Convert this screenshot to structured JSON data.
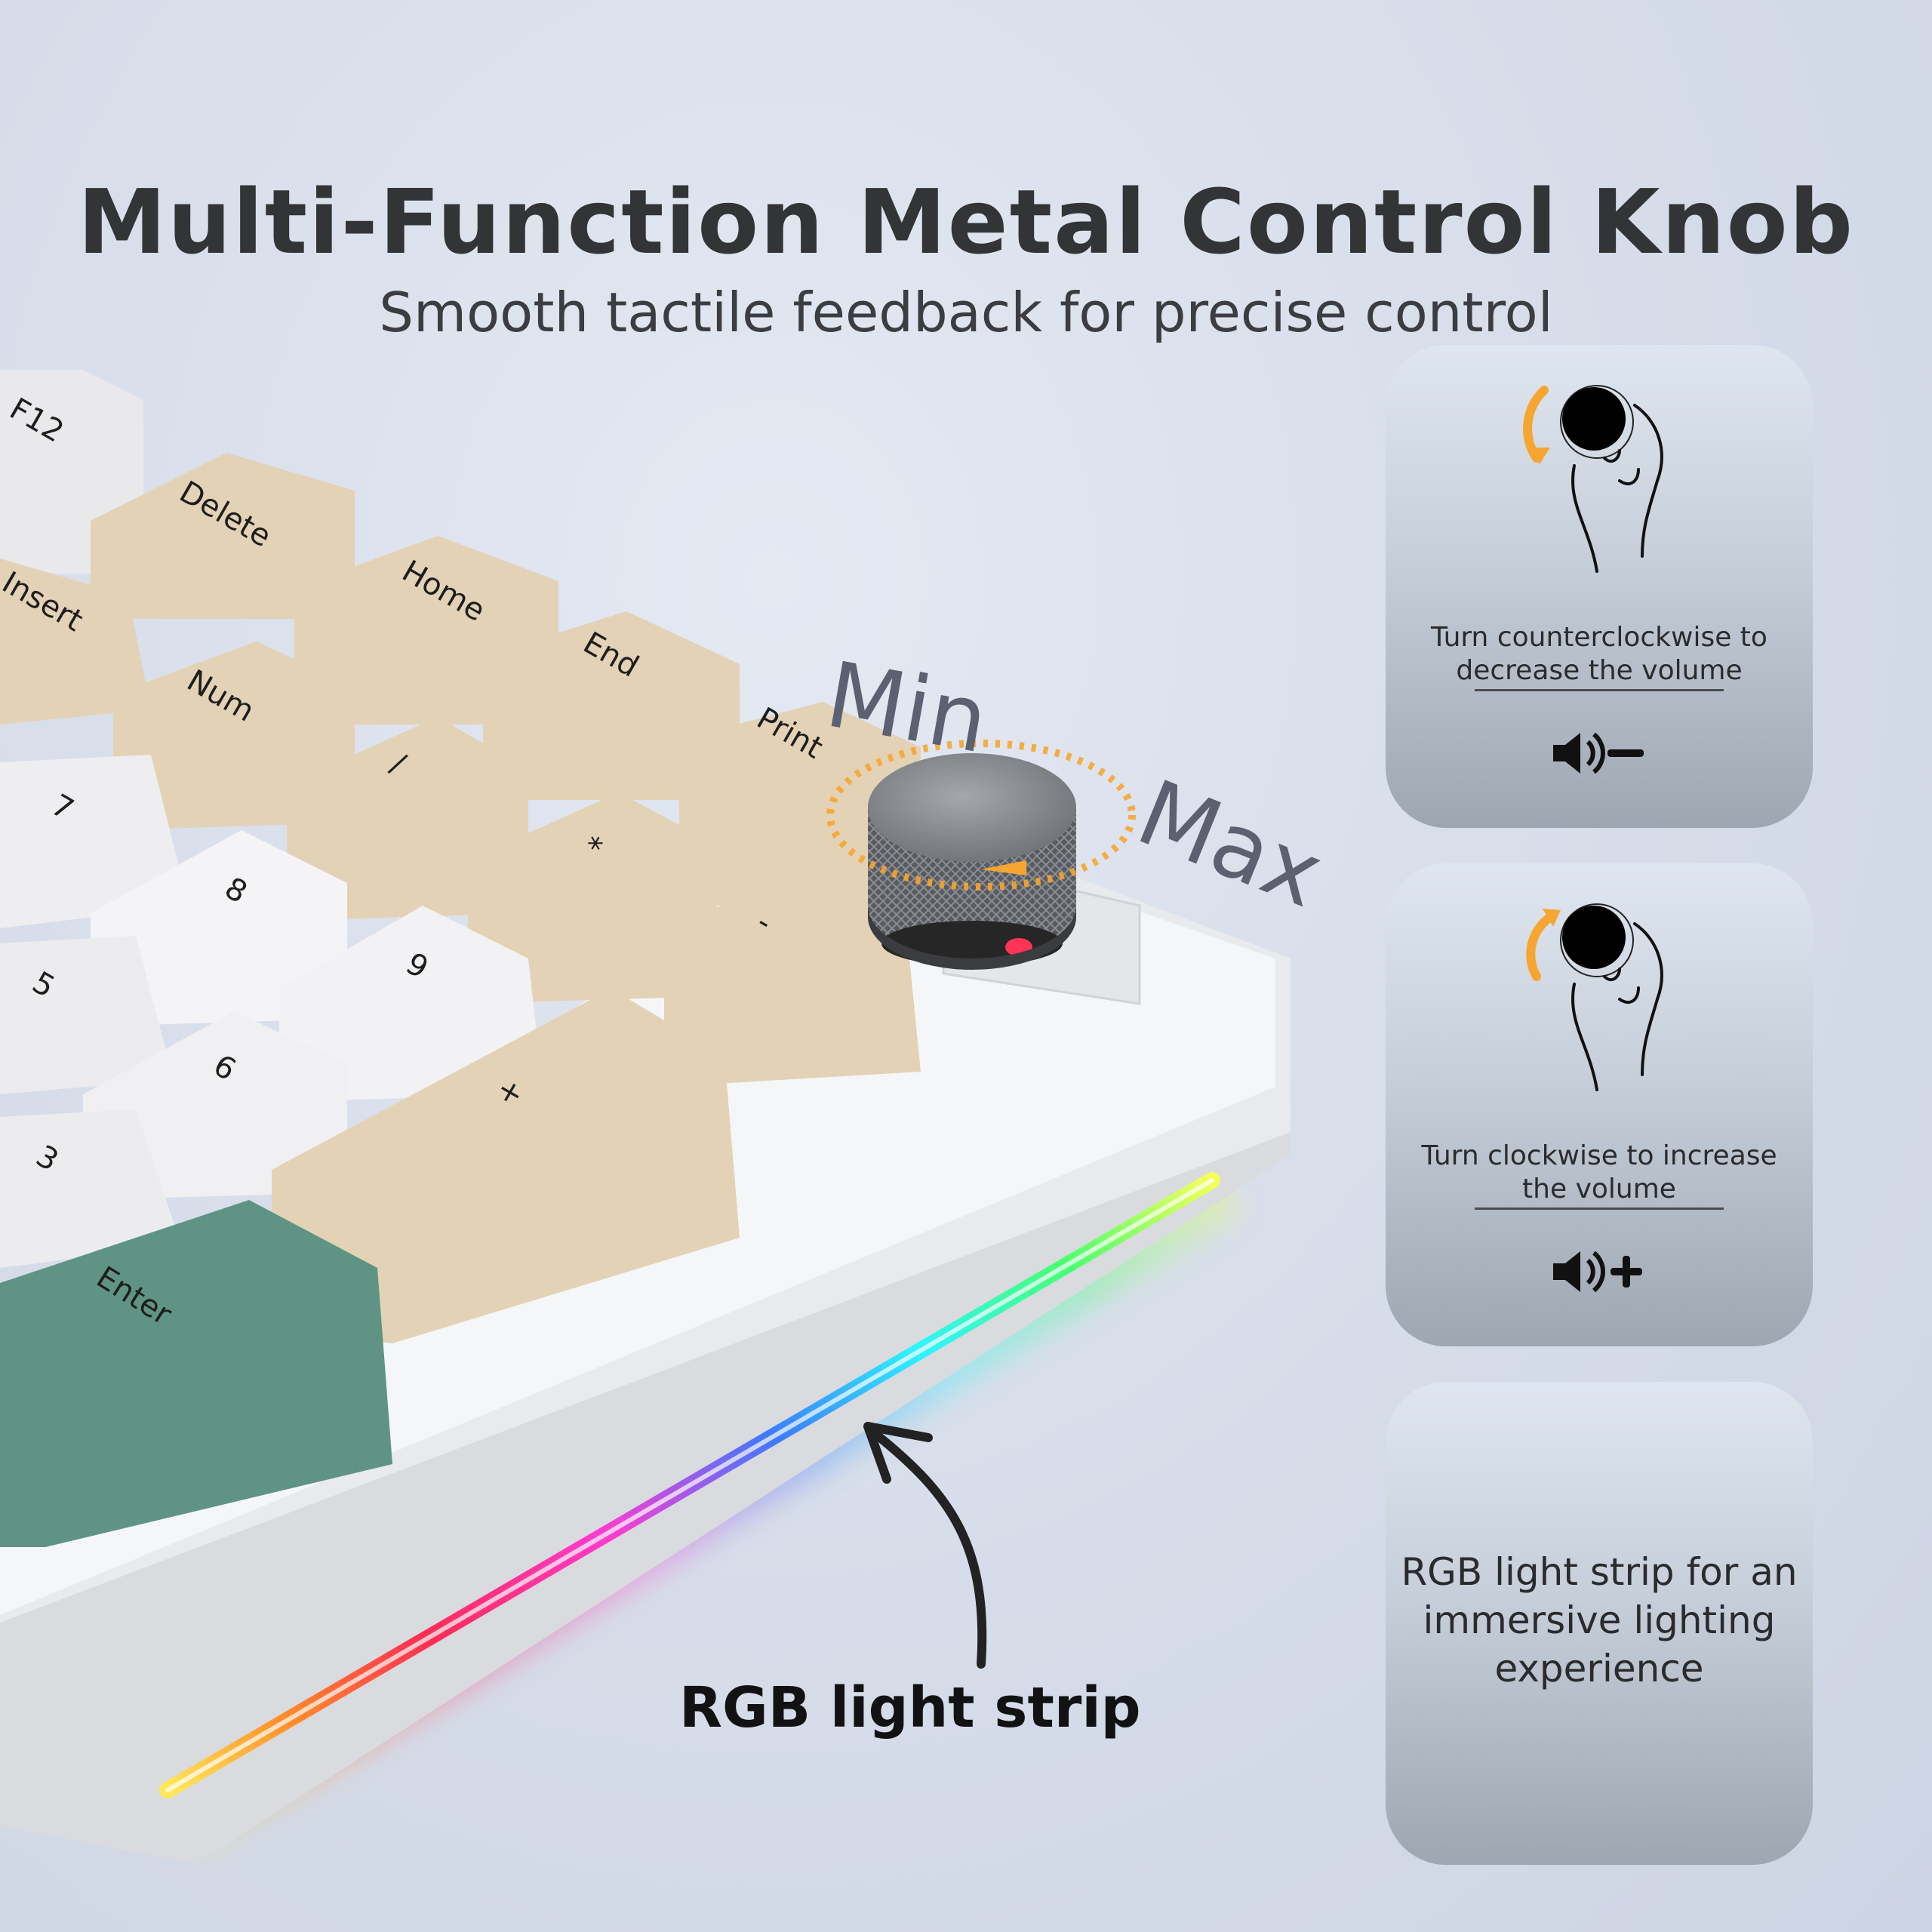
{
  "header": {
    "title": "Multi-Function Metal Control Knob",
    "subtitle": "Smooth tactile feedback for precise control"
  },
  "keyboard": {
    "keys": [
      "F12",
      "Delete",
      "Insert",
      "Home",
      "End",
      "Num",
      "Print",
      "/",
      "*",
      "7",
      "8",
      "9",
      "-",
      "5",
      "6",
      "+",
      "3",
      "Enter"
    ],
    "knob_labels": {
      "min": "Min",
      "max": "Max"
    },
    "strip_label": "RGB light strip",
    "colors": {
      "white_key": "#f1f1f3",
      "beige_key": "#e3d2b6",
      "green_key": "#5f9484",
      "knob": "#7a7d82",
      "case": "#eef0f2"
    }
  },
  "cards": [
    {
      "text": "Turn counterclockwise to decrease the volume",
      "icon": "volume-down-icon",
      "gesture_icon": "hand-turn-counterclockwise-icon"
    },
    {
      "text": "Turn clockwise to increase the volume",
      "icon": "volume-up-icon",
      "gesture_icon": "hand-turn-clockwise-icon"
    },
    {
      "text": "RGB light strip for an immersive lighting experience"
    }
  ],
  "accent_colors": {
    "arrow": "#f6a531",
    "text": "#333436"
  }
}
